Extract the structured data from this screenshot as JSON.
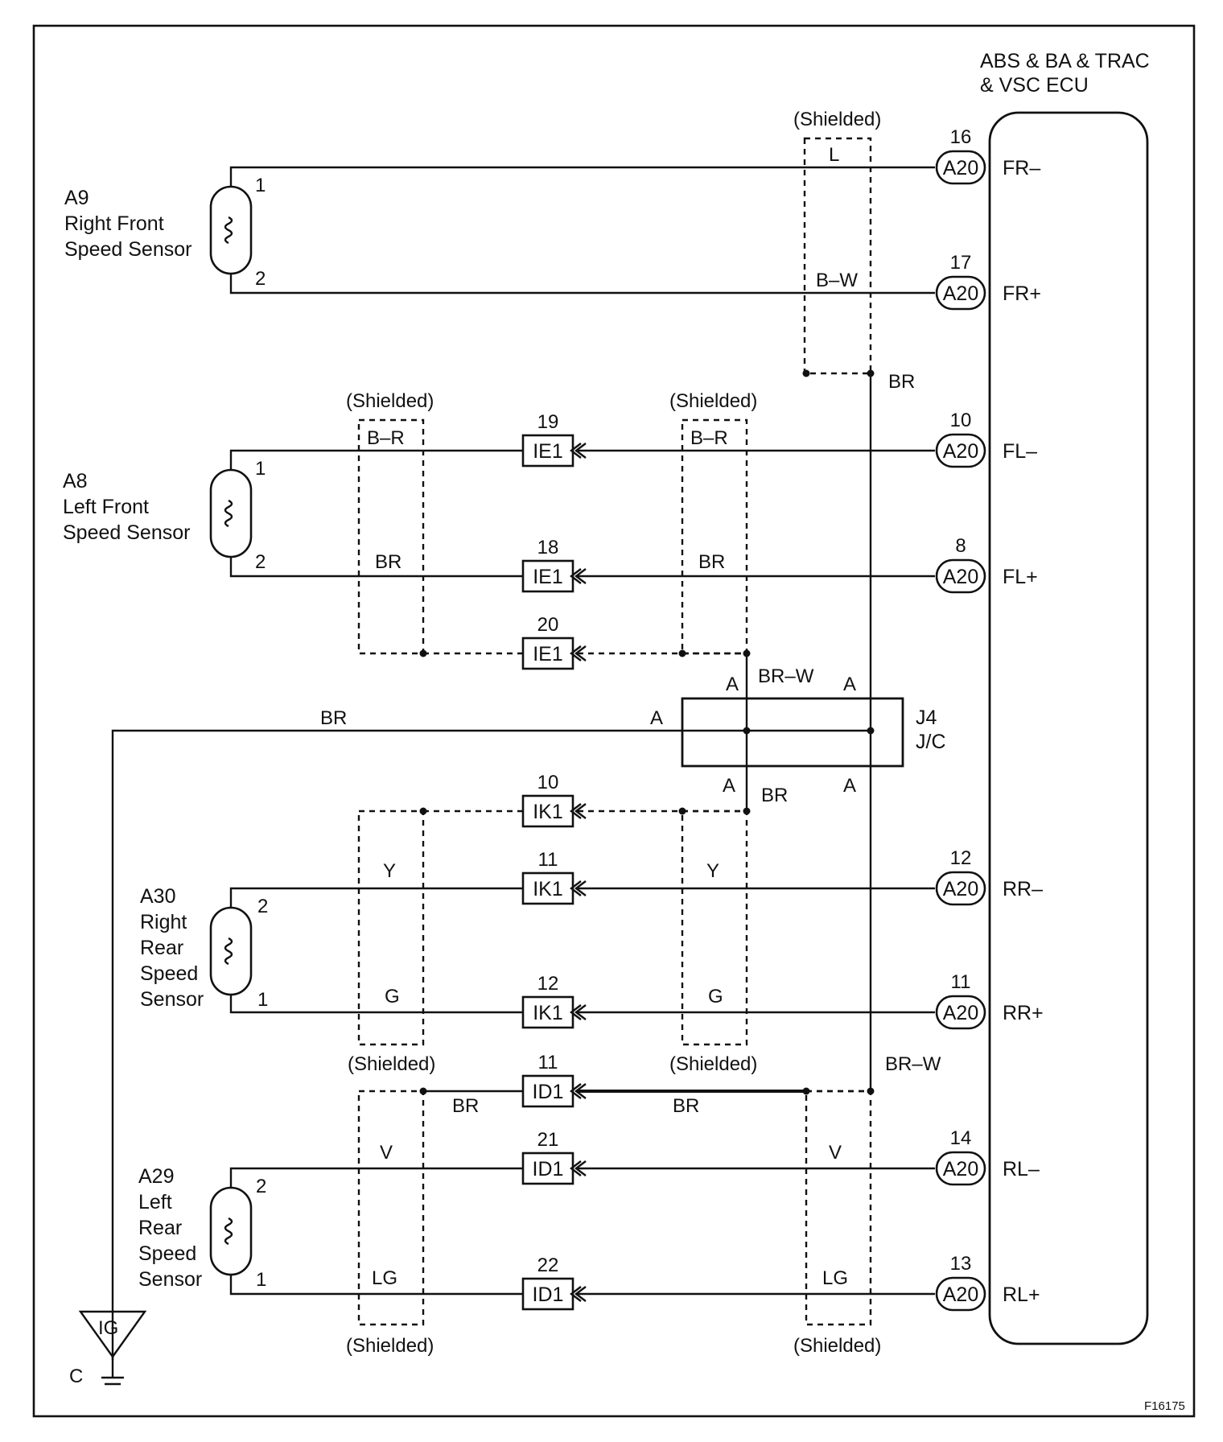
{
  "ecu": {
    "title_line1": "ABS & BA & TRAC",
    "title_line2": "& VSC ECU",
    "connector": "A20"
  },
  "sensors": {
    "a9": {
      "code": "A9",
      "name1": "Right Front",
      "name2": "Speed Sensor",
      "pin_top": "1",
      "pin_bottom": "2"
    },
    "a8": {
      "code": "A8",
      "name1": "Left Front",
      "name2": "Speed Sensor",
      "pin_top": "1",
      "pin_bottom": "2"
    },
    "a30": {
      "code": "A30",
      "name1": "Right",
      "name2": "Rear",
      "name3": "Speed",
      "name4": "Sensor",
      "pin_top": "2",
      "pin_bottom": "1"
    },
    "a29": {
      "code": "A29",
      "name1": "Left",
      "name2": "Rear",
      "name3": "Speed",
      "name4": "Sensor",
      "pin_top": "2",
      "pin_bottom": "1"
    }
  },
  "ecu_pins": [
    {
      "num": "16",
      "signal": "FR–"
    },
    {
      "num": "17",
      "signal": "FR+"
    },
    {
      "num": "10",
      "signal": "FL–"
    },
    {
      "num": "8",
      "signal": "FL+"
    },
    {
      "num": "12",
      "signal": "RR–"
    },
    {
      "num": "11",
      "signal": "RR+"
    },
    {
      "num": "14",
      "signal": "RL–"
    },
    {
      "num": "13",
      "signal": "RL+"
    }
  ],
  "connectors": [
    {
      "num": "19",
      "code": "IE1"
    },
    {
      "num": "18",
      "code": "IE1"
    },
    {
      "num": "20",
      "code": "IE1"
    },
    {
      "num": "10",
      "code": "IK1"
    },
    {
      "num": "11",
      "code": "IK1"
    },
    {
      "num": "12",
      "code": "IK1"
    },
    {
      "num": "11",
      "code": "ID1"
    },
    {
      "num": "21",
      "code": "ID1"
    },
    {
      "num": "22",
      "code": "ID1"
    }
  ],
  "wire_colors": {
    "l": "L",
    "bw": "B–W",
    "br": "BR",
    "b_r": "B–R",
    "brw": "BR–W",
    "y": "Y",
    "g": "G",
    "v": "V",
    "lg": "LG"
  },
  "shielded": "(Shielded)",
  "junction": {
    "code": "J4",
    "name": "J/C",
    "pin": "A"
  },
  "ground": {
    "symbol": "IG",
    "code": "C"
  },
  "figure_id": "F16175"
}
